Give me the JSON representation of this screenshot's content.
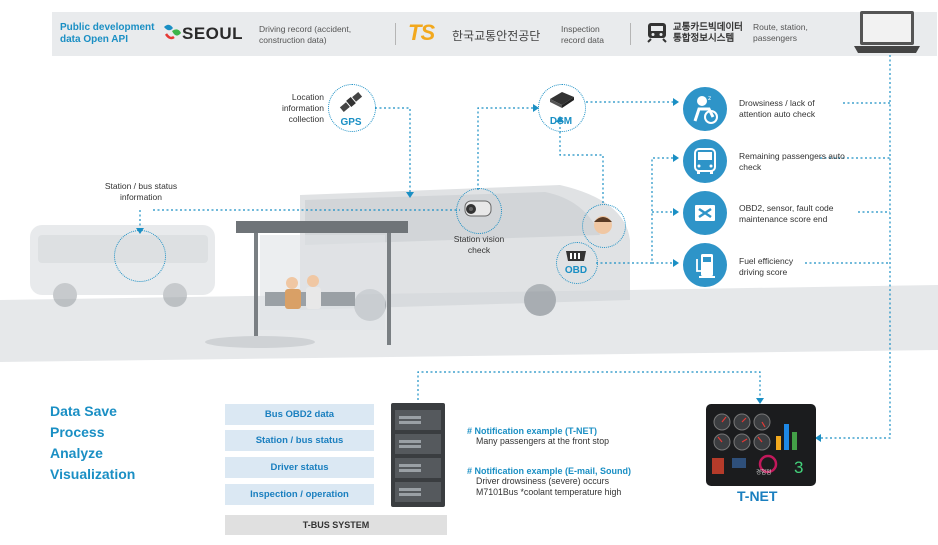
{
  "header": {
    "title": "Public development data Open API",
    "seoul_logo": "SEOUL",
    "seoul_desc": "Driving record (accident, construction data)",
    "ts_logo": "TS",
    "ts_org": "한국교통안전공단",
    "ts_desc": "Inspection record data",
    "card_org": "교통카드빅데이터 통합정보시스템",
    "card_desc": "Route, station, passengers"
  },
  "scene": {
    "gps_caption": "Location information collection",
    "gps_label": "GPS",
    "dsm_label": "DSM",
    "obd_label": "OBD",
    "station_bus_caption": "Station / bus status information",
    "station_vision_caption": "Station vision check"
  },
  "checks": [
    {
      "label": "Drowsiness / lack of attention auto check",
      "icon": "drowsy-driver-icon"
    },
    {
      "label": "Remaining passengers auto check",
      "icon": "bus-front-icon"
    },
    {
      "label": "OBD2, sensor, fault code maintenance score end",
      "icon": "tools-icon"
    },
    {
      "label": "Fuel efficiency driving score",
      "icon": "fuel-pump-icon"
    }
  ],
  "pipeline": [
    "Data Save",
    "Process",
    "Analyze",
    "Visualization"
  ],
  "data_items": [
    "Bus OBD2 data",
    "Station / bus status",
    "Driver status",
    "Inspection / operation"
  ],
  "system_label": "T-BUS SYSTEM",
  "notifications": [
    {
      "title": "# Notification example (T-NET)",
      "lines": [
        "Many passengers at the front stop"
      ]
    },
    {
      "title": "# Notification example (E-mail, Sound)",
      "lines": [
        "Driver drowsiness (severe) occurs",
        "M7101Bus *coolant temperature high"
      ]
    }
  ],
  "tnet_label": "T-NET",
  "dashboard": {
    "big_number": "3",
    "small_text": "경험점"
  },
  "colors": {
    "accent": "#1a8fc4",
    "icon_disc": "#2e94c8",
    "box_fill": "#dbe8f3",
    "ts_orange": "#f2a81d"
  }
}
